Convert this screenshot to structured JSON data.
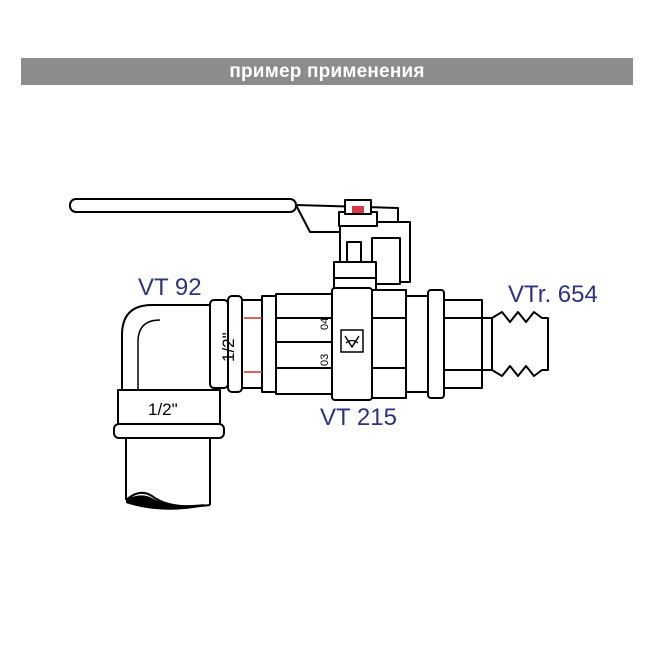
{
  "header": {
    "title": "пример применения",
    "bg_color": "#8c8c8c",
    "text_color": "#ffffff"
  },
  "labels": {
    "fitting": "VT 92",
    "valve": "VT 215",
    "hose_tail": "VTr. 654",
    "color": "#2e3380"
  },
  "markings": {
    "elbow_size": "1/2\"",
    "socket_size": "1/2\"",
    "body_code_a": "03",
    "body_code_b": "04"
  },
  "icons": {
    "brand_logo": "valtec-logo-icon",
    "handle_cap": "red-cap-icon"
  }
}
